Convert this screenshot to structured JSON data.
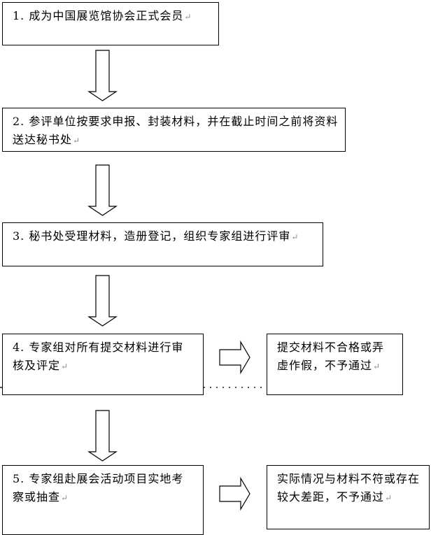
{
  "steps": [
    {
      "text": "1. 成为中国展览馆协会正式会员",
      "para_mark": "↵"
    },
    {
      "text": "2. 参评单位按要求申报、封装材料，并在截止时间之前将资料送达秘书处",
      "para_mark": "↵"
    },
    {
      "text": "3. 秘书处受理材料，造册登记，组织专家组进行评审",
      "para_mark": "↵"
    },
    {
      "text": "4. 专家组对所有提交材料进行审核及评定",
      "para_mark": "↵"
    },
    {
      "text": "5. 专家组赴展会活动项目实地考察或抽查",
      "para_mark": "↵"
    }
  ],
  "side_notes": [
    {
      "text": "提交材料不合格或弄虚作假，不予通过",
      "para_mark": "↵"
    },
    {
      "text": "实际情况与材料不符或存在较大差距，不予通过",
      "para_mark": "↵"
    }
  ]
}
